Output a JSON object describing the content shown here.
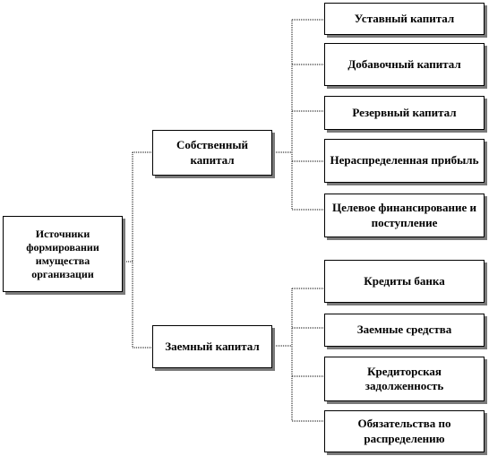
{
  "root": {
    "label": "Источники формировании имущества организации"
  },
  "groups": [
    {
      "label": "Собственный капитал",
      "items": [
        {
          "label": "Уставный капитал"
        },
        {
          "label": "Добавочный капитал"
        },
        {
          "label": "Резервный капитал"
        },
        {
          "label": "Нераспределенная прибыль"
        },
        {
          "label": "Целевое финансирование и поступление"
        }
      ]
    },
    {
      "label": "Заемный капитал",
      "items": [
        {
          "label": "Кредиты банка"
        },
        {
          "label": "Заемные средства"
        },
        {
          "label": "Кредиторская задолженность"
        },
        {
          "label": "Обязательства по распределению"
        }
      ]
    }
  ],
  "colors": {
    "line": "#000000",
    "shadow": "#7a7a7a",
    "box_fill": "#ffffff"
  }
}
